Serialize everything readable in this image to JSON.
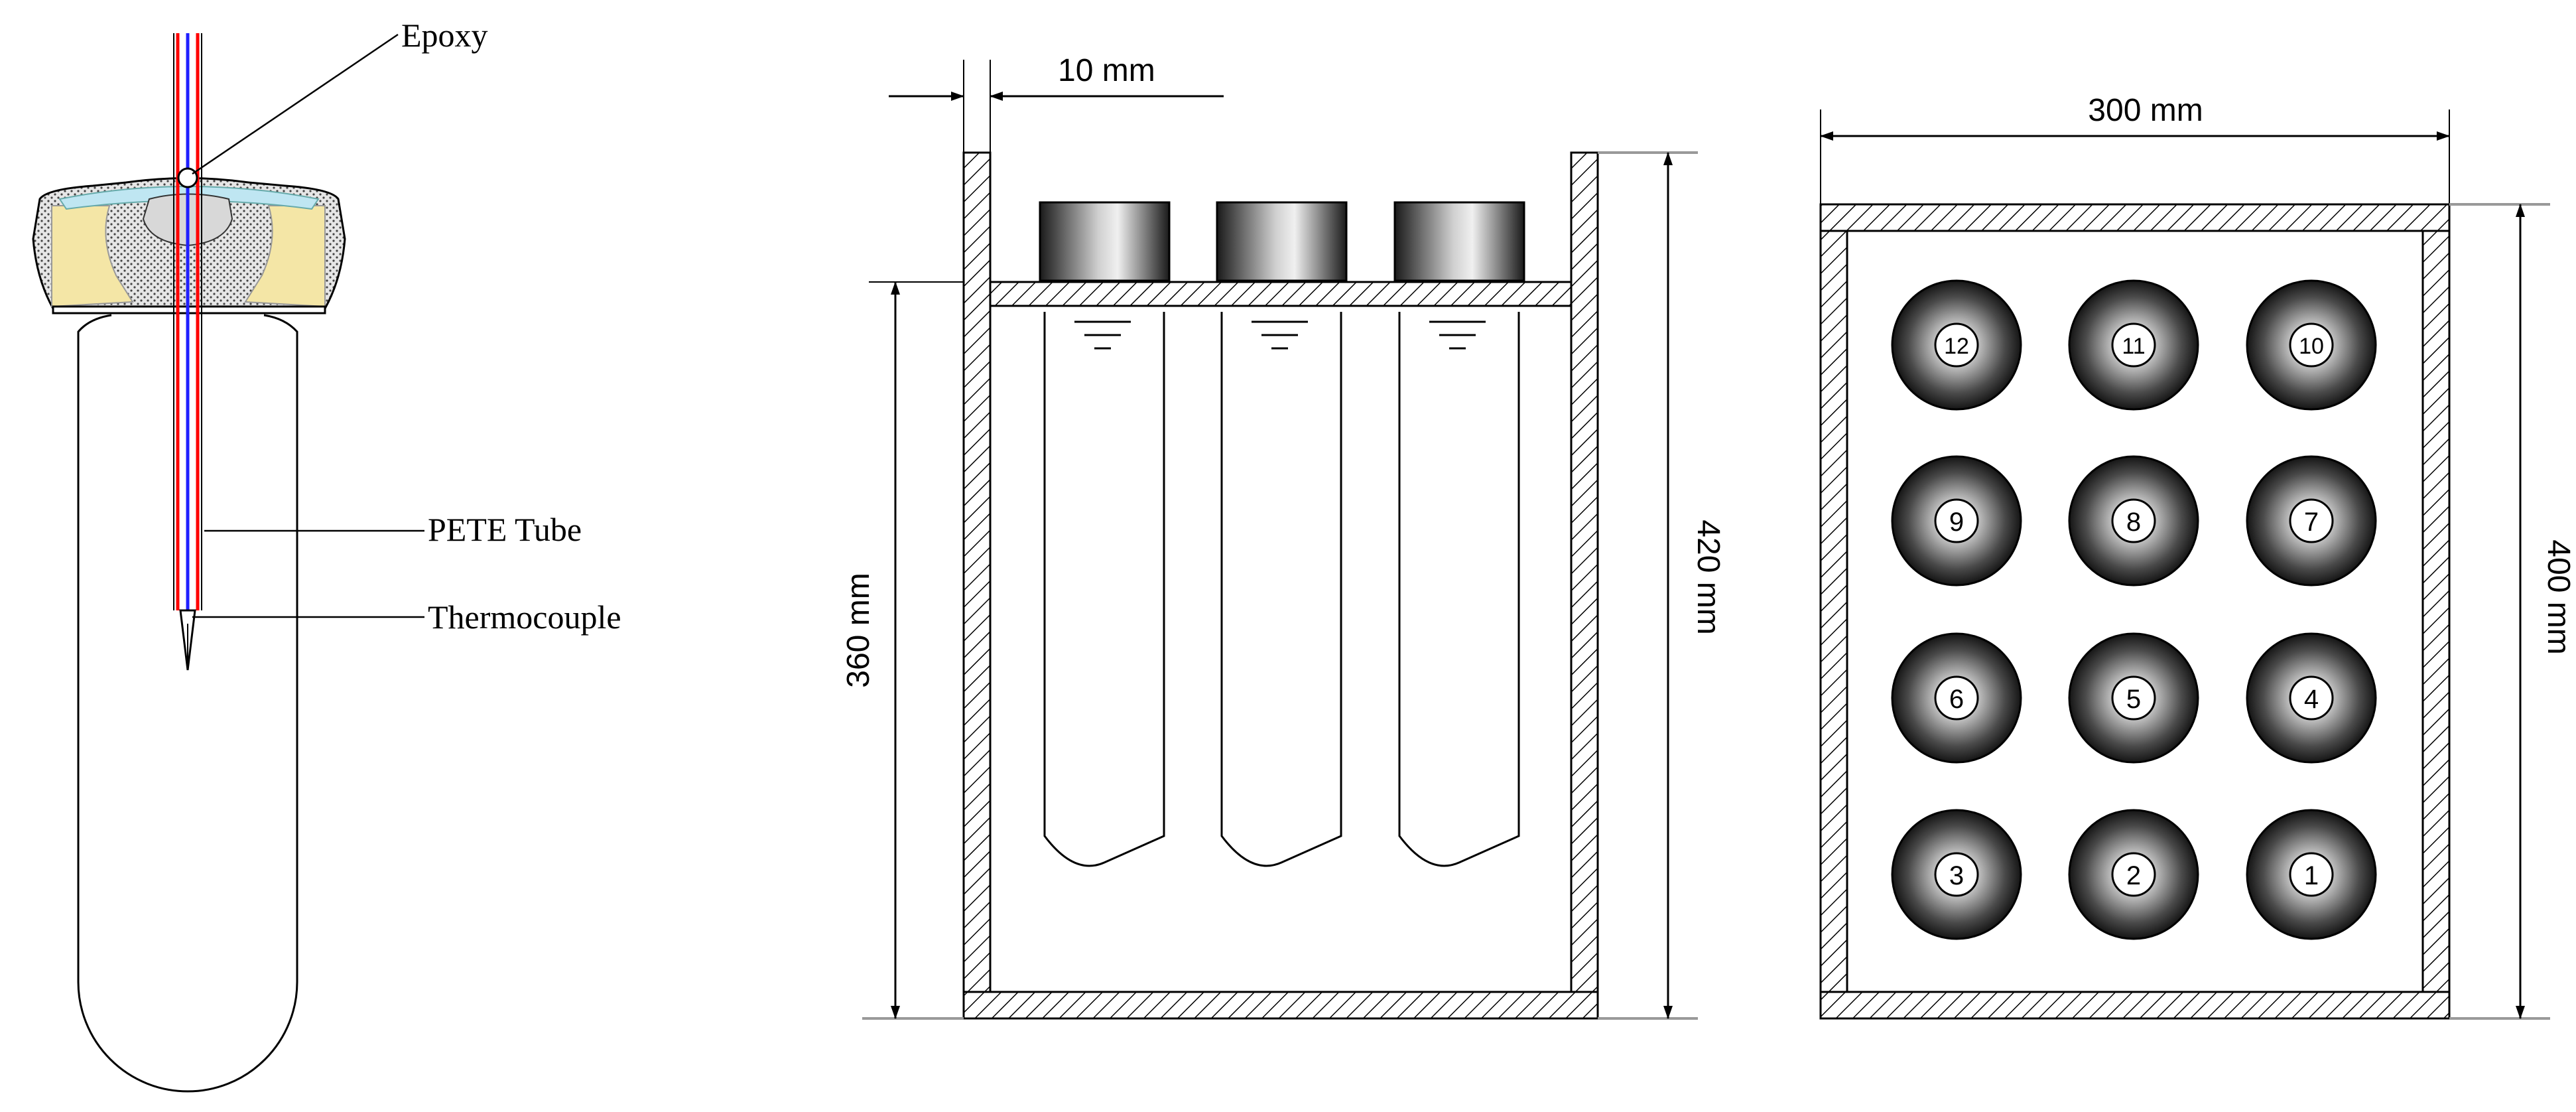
{
  "tube_detail": {
    "labels": {
      "epoxy": "Epoxy",
      "pete_tube": "PETE Tube",
      "thermocouple": "Thermocouple"
    }
  },
  "side_view": {
    "dim_wall": "10 mm",
    "dim_inner_height": "360 mm",
    "dim_outer_height": "420 mm"
  },
  "top_view": {
    "dim_width": "300 mm",
    "dim_height": "400 mm",
    "bottles": [
      "12",
      "11",
      "10",
      "9",
      "8",
      "7",
      "6",
      "5",
      "4",
      "3",
      "2",
      "1"
    ]
  },
  "colors": {
    "wire_red": "#ff0000",
    "wire_blue": "#2020ff",
    "epoxy_fill": "#bfe6f2",
    "insulation_fill": "#f4e6a6"
  }
}
